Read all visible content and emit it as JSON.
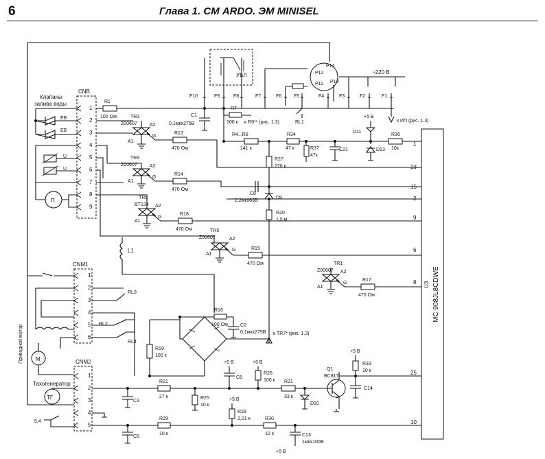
{
  "header": {
    "page_number": "6",
    "title": "Глава 1. СМ ARDO. ЭМ MINISEL"
  },
  "ic": {
    "name": "U3",
    "part": "MC 908JL8CDWE"
  },
  "connectors": {
    "cnb": "CNB",
    "cnb_pins": [
      "1",
      "2",
      "3",
      "4",
      "5",
      "6",
      "7",
      "8",
      "9"
    ],
    "cnm1": "CNM1",
    "cnm1_pins": [
      "1",
      "2",
      "3",
      "4",
      "5",
      "6"
    ],
    "cnm2": "CNM2",
    "cnm2_pins": [
      "1",
      "2",
      "3",
      "4",
      "5"
    ]
  },
  "labels": {
    "valves": [
      "Клапаны",
      "залива воды"
    ],
    "motor": "Приводной мотор",
    "tacho": "Тахогенератор",
    "ubl": "УБЛ",
    "mains": "~220 В",
    "to_ip": "к ИП (рис. 1.3)",
    "to_r9": "к R9** (рис. 1.3)",
    "to_tr7": "к TR7* (рис. 1.3)",
    "rl1": "RL1",
    "ev": "ЕВ",
    "u": "U",
    "p": "П",
    "m": "М",
    "tg": "ТГ",
    "pos54": "5,4"
  },
  "fuses": [
    "F10",
    "F9",
    "F8",
    "F7",
    "F6",
    "F5",
    "F4",
    "F3",
    "F2",
    "F1"
  ],
  "ubl_pins": [
    "P14",
    "P12",
    "P11",
    "P13"
  ],
  "triacs": {
    "tr3": {
      "name": "TR3",
      "part": "Z00607"
    },
    "tr4": {
      "name": "TR4",
      "part": "Z00607"
    },
    "tr6": {
      "name": "TR6",
      "part": "BT134"
    },
    "tr5": {
      "name": "TR5",
      "part": "Z00607"
    },
    "tr1": {
      "name": "TR1",
      "part": "Z00607"
    },
    "pins": {
      "a1": "A1",
      "a2": "A2",
      "g": "G"
    }
  },
  "resistors": {
    "r1": {
      "name": "R1",
      "value": "100 Ом"
    },
    "r7": {
      "name": "R7",
      "value": "100 к"
    },
    "r4r8": {
      "name": "R4...R8",
      "value": "141 к"
    },
    "r34": {
      "name": "R34",
      "value": "47 к"
    },
    "r37": {
      "name": "R37",
      "value": "47к"
    },
    "r36": {
      "name": "R36",
      "value": "10к"
    },
    "r13": {
      "name": "R13",
      "value": "470 Ом"
    },
    "r14": {
      "name": "R14",
      "value": "470 Ом"
    },
    "r18": {
      "name": "R18",
      "value": "470 Ом"
    },
    "r15": {
      "name": "R15",
      "value": "470 Ом"
    },
    "r17": {
      "name": "R17",
      "value": "470 Ом"
    },
    "r27": {
      "name": "R27",
      "value": "270 к"
    },
    "r20": {
      "name": "R20",
      "value": "1,5 м"
    },
    "r16": {
      "name": "R16",
      "value": "100 Ом"
    },
    "r19": {
      "name": "R19",
      "value": "100 к"
    },
    "r21": {
      "name": "R21",
      "value": "27 к"
    },
    "r25": {
      "name": "R25",
      "value": "10 к"
    },
    "r26": {
      "name": "R26",
      "value": "100 к"
    },
    "r31": {
      "name": "R31",
      "value": "33 к"
    },
    "r33": {
      "name": "R33",
      "value": "10 к"
    },
    "r28": {
      "name": "R28",
      "value": "2,21 к"
    },
    "r29": {
      "name": "R29",
      "value": "10 к"
    },
    "r30": {
      "name": "R30",
      "value": "10 к"
    }
  },
  "capacitors": {
    "c1": {
      "name": "C1",
      "value": "0,1мкх275В"
    },
    "c21": {
      "name": "C21"
    },
    "c8": {
      "name": "C8",
      "value": "2,2мкх63В"
    },
    "c2": {
      "name": "C2",
      "value": "0,1мкх275В"
    },
    "c5a": {
      "name": "C6"
    },
    "c3": {
      "name": "C3"
    },
    "c14": {
      "name": "C14"
    },
    "c5": {
      "name": "C5"
    },
    "c13": {
      "name": "C13",
      "value": "1мкх100В"
    }
  },
  "diodes": {
    "d11": "D11",
    "d13": "D13",
    "d9": "D9",
    "d10": "D10"
  },
  "transistor": {
    "name": "Q1",
    "part": "BC817"
  },
  "inductor": "L1",
  "relays": {
    "rl2": "RL2",
    "rl3": "RL3",
    "rl4": "RL4"
  },
  "supply": "+5 В",
  "ic_pins": [
    "1",
    "23",
    "15",
    "2",
    "9",
    "6",
    "8",
    "25",
    "10"
  ]
}
